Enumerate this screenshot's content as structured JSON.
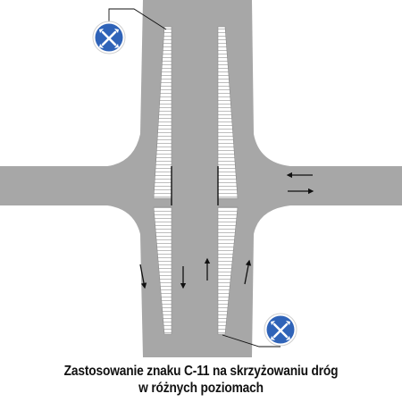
{
  "caption": {
    "line1": "Zastosowanie znaku C-11 na skrzyżowaniu dróg",
    "line2": "w różnych poziomach"
  },
  "colors": {
    "road": "#a7a7a7",
    "island": "#ffffff",
    "hatch": "#b9b9b9",
    "line": "#111111",
    "sign_blue": "#2f63b8",
    "sign_border": "#ffffff",
    "background": "#ffffff"
  },
  "signs": [
    {
      "id": "sign-top-left",
      "code": "C-11",
      "icon": "split-arrows-icon"
    },
    {
      "id": "sign-bottom-right",
      "code": "C-11",
      "icon": "split-arrows-icon"
    }
  ]
}
